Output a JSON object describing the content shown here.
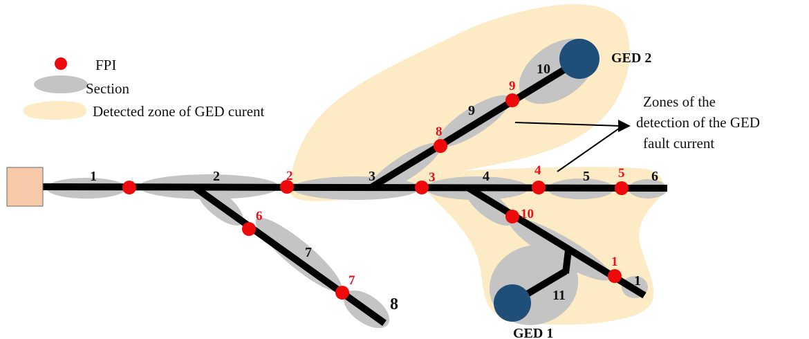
{
  "colors": {
    "zone": "#fdebc6",
    "section": "#c4c4c4",
    "line": "#000000",
    "fpi": "#ee0a0a",
    "ged": "#1f4e79",
    "source": "#f8c9a8",
    "fpi_label": "#e8101a"
  },
  "legend": {
    "fpi_label": "FPI",
    "section_label": "Section",
    "zone_label": "Detected zone of GED curent"
  },
  "annotation": {
    "lines": [
      "Zones of the",
      "detection of the GED",
      "fault current"
    ]
  },
  "ged": [
    {
      "id": "ged2",
      "label": "GED 2"
    },
    {
      "id": "ged1",
      "label": "GED 1"
    }
  ],
  "sections": [
    {
      "label": "1"
    },
    {
      "label": "2"
    },
    {
      "label": "3"
    },
    {
      "label": "4"
    },
    {
      "label": "5"
    },
    {
      "label": "6"
    },
    {
      "label": "7"
    },
    {
      "label": "8"
    },
    {
      "label": "9"
    },
    {
      "label": "10"
    },
    {
      "label": "11"
    },
    {
      "label": "1"
    }
  ],
  "fpis": [
    {
      "label": "1"
    },
    {
      "label": "2"
    },
    {
      "label": "3"
    },
    {
      "label": "4"
    },
    {
      "label": "5"
    },
    {
      "label": "6"
    },
    {
      "label": "7"
    },
    {
      "label": "8"
    },
    {
      "label": "9"
    },
    {
      "label": "10"
    },
    {
      "label": "1"
    }
  ]
}
